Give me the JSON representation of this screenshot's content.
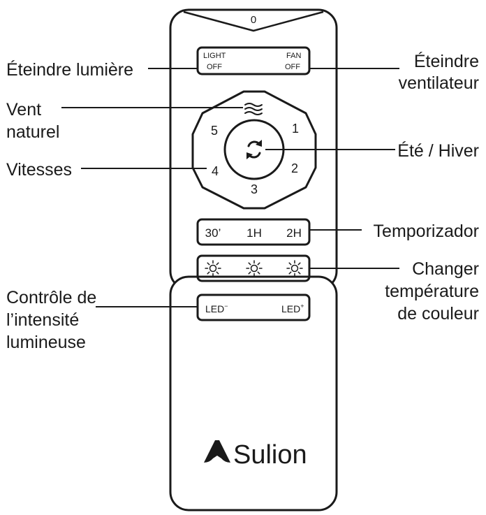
{
  "remote": {
    "top_indicator": "0",
    "off_buttons": {
      "light": [
        "LIGHT",
        "OFF"
      ],
      "fan": [
        "FAN",
        "OFF"
      ]
    },
    "speeds": [
      "1",
      "2",
      "3",
      "4",
      "5"
    ],
    "timer_buttons": [
      "30’",
      "1H",
      "2H"
    ],
    "led_minus": {
      "base": "LED",
      "sup": "−"
    },
    "led_plus": {
      "base": "LED",
      "sup": "+"
    },
    "brand": "Sulion"
  },
  "callouts": {
    "light_off": [
      "Éteindre lumière"
    ],
    "fan_off": [
      "Éteindre",
      "ventilateur"
    ],
    "natural_wind": [
      "Vent",
      "naturel"
    ],
    "summer_winter": [
      "Été / Hiver"
    ],
    "speeds": [
      "Vitesses"
    ],
    "timer": [
      "Temporizador"
    ],
    "color_temperature": [
      "Changer",
      "température",
      "de couleur"
    ],
    "intensity": [
      "Contrôle de",
      "l’intensité",
      "lumineuse"
    ]
  }
}
